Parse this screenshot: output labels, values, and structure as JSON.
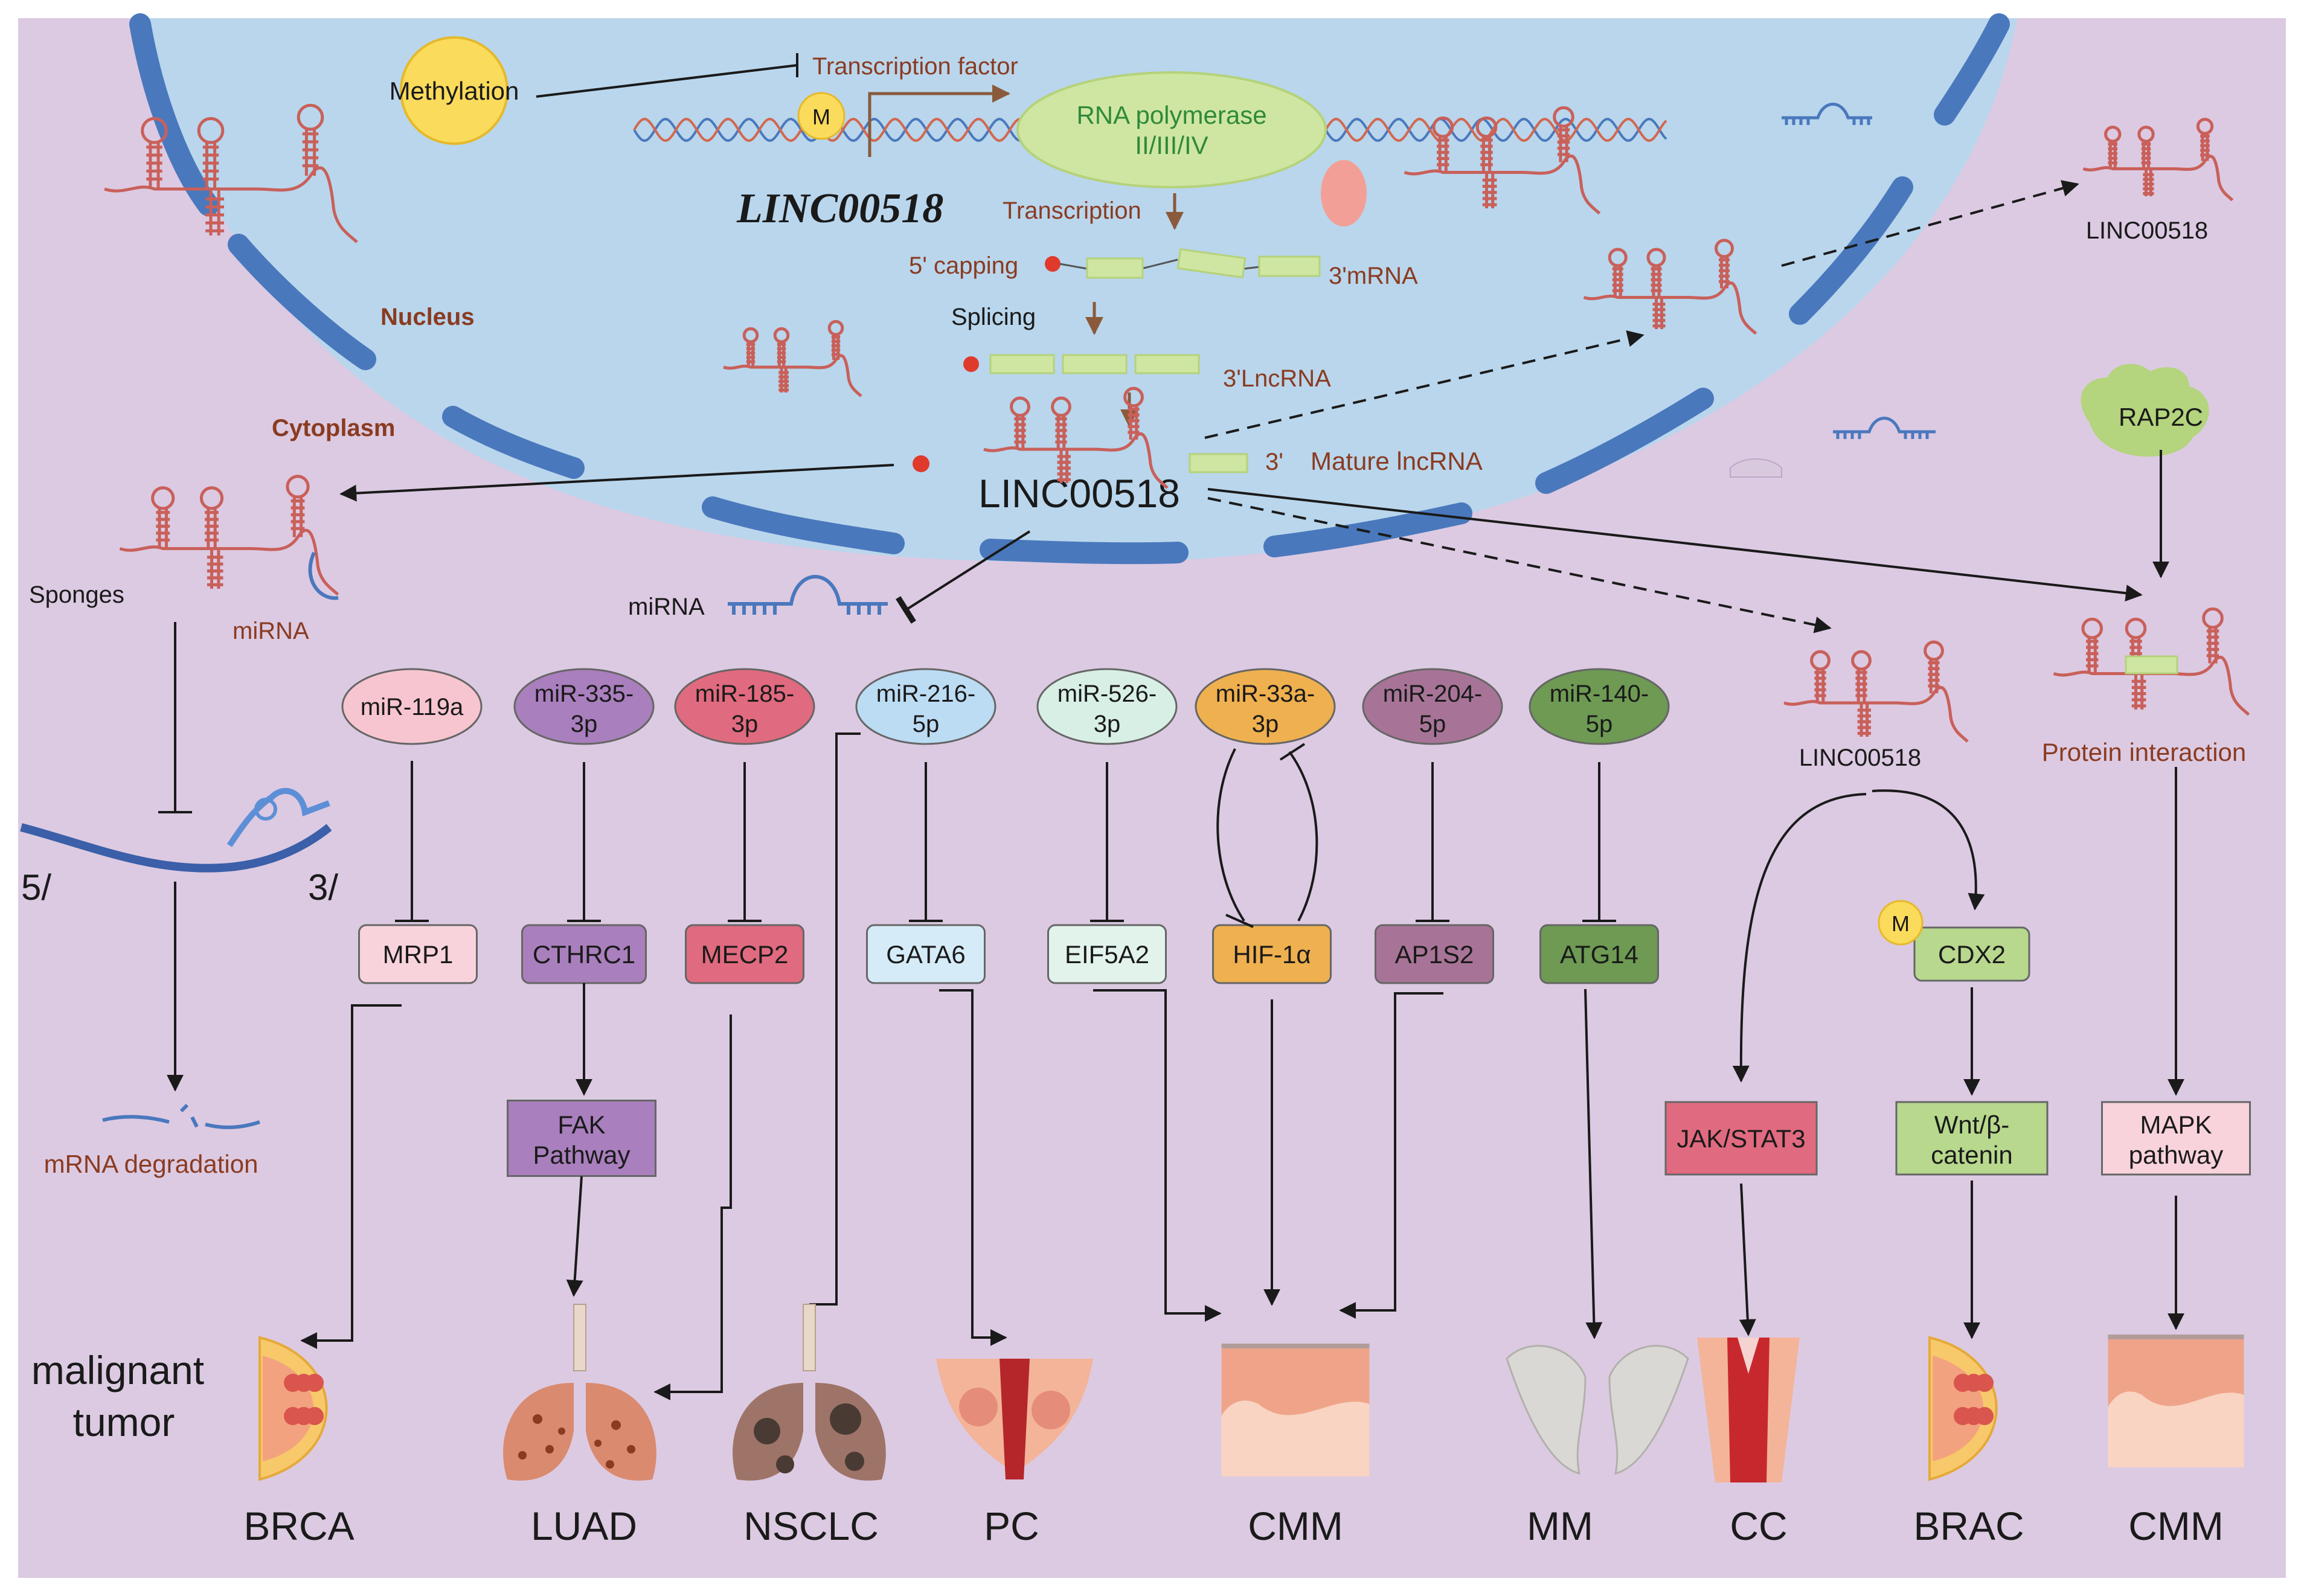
{
  "nucleus": {
    "compartment_label": "Nucleus",
    "cytoplasm_label": "Cytoplasm",
    "methylation_label": "Methylation",
    "methyl_mark": "M",
    "transcription_factor_label": "Transcription factor",
    "rna_polymerase_line1": "RNA polymerase",
    "rna_polymerase_line2": "II/III/IV",
    "gene_label": "LINC00518",
    "transcription_label": "Transcription",
    "capping_label": "5' capping",
    "mrna_label": "3'mRNA",
    "splicing_label": "Splicing",
    "lncrna_label": "3'LncRNA",
    "mature_3_label": "3'",
    "mature_label": "Mature lncRNA",
    "lncrna_name": "LINC00518"
  },
  "sponge": {
    "sponges_label": "Sponges",
    "mirna_label": "miRNA",
    "five_prime": "5/",
    "three_prime": "3/",
    "degradation_label": "mRNA degradation",
    "free_mirna_label": "miRNA"
  },
  "right_panel": {
    "exported_label": "LINC00518",
    "rap2c_label": "RAP2C",
    "lower_lncrna_label": "LINC00518",
    "protein_interaction_label": "Protein interaction",
    "methyl_mark": "M"
  },
  "mirnas": [
    {
      "line1": "miR-119a",
      "line2": "",
      "color": "#f7c5d0"
    },
    {
      "line1": "miR-335-",
      "line2": "3p",
      "color": "#a97fbd"
    },
    {
      "line1": "miR-185-",
      "line2": "3p",
      "color": "#e06a7f"
    },
    {
      "line1": "miR-216-",
      "line2": "5p",
      "color": "#bcdcf4"
    },
    {
      "line1": "miR-526-",
      "line2": "3p",
      "color": "#d8efe6"
    },
    {
      "line1": "miR-33a-",
      "line2": "3p",
      "color": "#efb04f"
    },
    {
      "line1": "miR-204-",
      "line2": "5p",
      "color": "#a77497"
    },
    {
      "line1": "miR-140-",
      "line2": "5p",
      "color": "#6e9a53"
    }
  ],
  "targets": [
    {
      "label": "MRP1",
      "color": "#f9d3dc"
    },
    {
      "label": "CTHRC1",
      "color": "#a97fbd"
    },
    {
      "label": "MECP2",
      "color": "#e06a7f"
    },
    {
      "label": "GATA6",
      "color": "#d5ebf8"
    },
    {
      "label": "EIF5A2",
      "color": "#e2f3ec"
    },
    {
      "label": "HIF-1α",
      "color": "#efb04f"
    },
    {
      "label": "AP1S2",
      "color": "#a77497"
    },
    {
      "label": "ATG14",
      "color": "#6e9a53"
    },
    {
      "label": "CDX2",
      "color": "#b7d88d"
    }
  ],
  "pathways": [
    {
      "line1": "FAK",
      "line2": "Pathway",
      "color": "#a97fbd"
    },
    {
      "line1": "JAK/STAT3",
      "line2": "",
      "color": "#e06a7f"
    },
    {
      "line1": "Wnt/β-",
      "line2": "catenin",
      "color": "#b7d88d"
    },
    {
      "line1": "MAPK",
      "line2": "pathway",
      "color": "#f9d3dc"
    }
  ],
  "tumor_label_line1": "malignant",
  "tumor_label_line2": "tumor",
  "cancers": [
    "BRCA",
    "LUAD",
    "NSCLC",
    "PC",
    "CMM",
    "MM",
    "CC",
    "BRAC",
    "CMM"
  ],
  "colors": {
    "background": "#dccae2",
    "nucleus": "#b9d6ec",
    "envelope": "#4a78bd",
    "arrow": "#1a1a1a",
    "rna": "#c9605a",
    "brown_text": "#8a3b21"
  }
}
